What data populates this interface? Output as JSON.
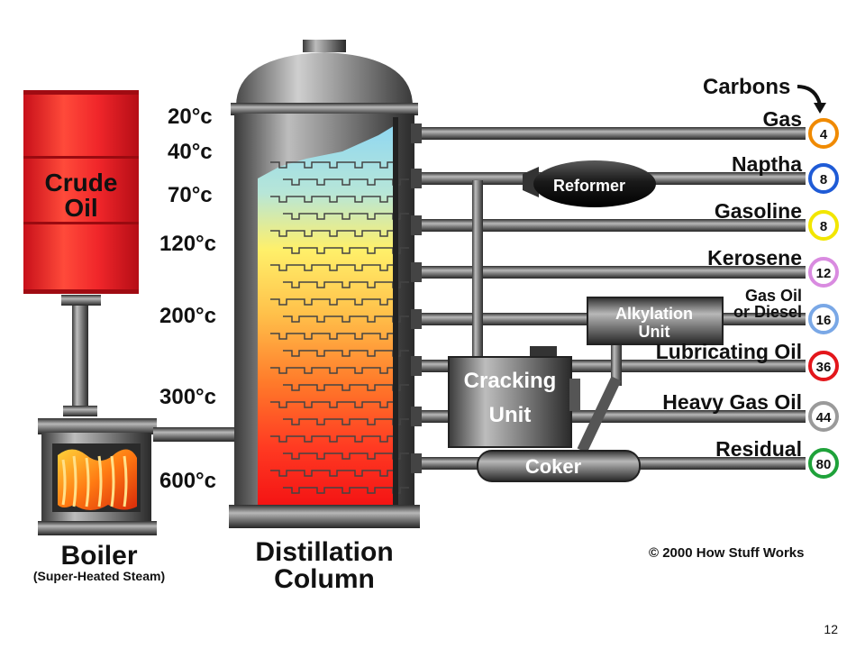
{
  "crude_oil": {
    "line1": "Crude",
    "line2": "Oil"
  },
  "boiler": {
    "title": "Boiler",
    "subtitle": "(Super-Heated Steam)"
  },
  "column": {
    "line1": "Distillation",
    "line2": "Column"
  },
  "temperatures": [
    "20°c",
    "40°c",
    "70°c",
    "120°c",
    "200°c",
    "300°c",
    "600°c"
  ],
  "carbons_label": "Carbons",
  "products": [
    {
      "name": "Gas",
      "carbons": "4",
      "color": "#f08a00"
    },
    {
      "name": "Naptha",
      "carbons": "8",
      "color": "#1f5bd6"
    },
    {
      "name": "Gasoline",
      "carbons": "8",
      "color": "#f2e600"
    },
    {
      "name": "Kerosene",
      "carbons": "12",
      "color": "#d98be0"
    },
    {
      "name_line1": "Gas Oil",
      "name_line2": "or Diesel",
      "carbons": "16",
      "color": "#7aa8e6"
    },
    {
      "name": "Lubricating Oil",
      "carbons": "36",
      "color": "#e3161b"
    },
    {
      "name": "Heavy Gas Oil",
      "carbons": "44",
      "color": "#9a9a9a"
    },
    {
      "name": "Residual",
      "carbons": "80",
      "color": "#1fa23a"
    }
  ],
  "units": {
    "reformer": "Reformer",
    "alkylation_line1": "Alkylation",
    "alkylation_line2": "Unit",
    "cracking_line1": "Cracking",
    "cracking_line2": "Unit",
    "coker": "Coker"
  },
  "copyright": "© 2000 How Stuff Works",
  "page_number": "12"
}
